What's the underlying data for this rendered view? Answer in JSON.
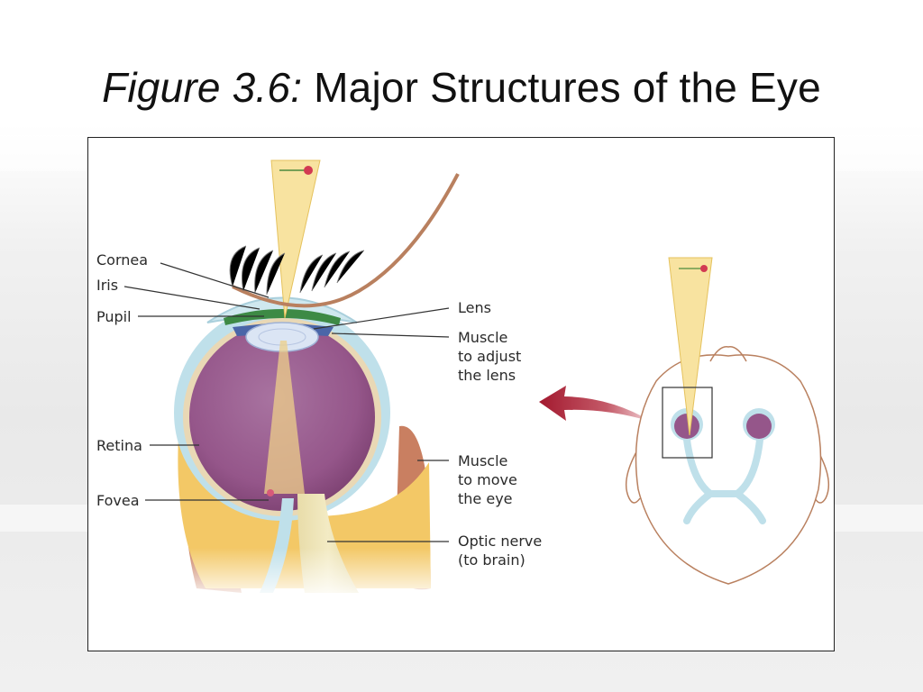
{
  "slide": {
    "title_figure": "Figure 3.6:",
    "title_text": "Major Structures of the Eye"
  },
  "labels": {
    "cornea": "Cornea",
    "iris": "Iris",
    "pupil": "Pupil",
    "retina": "Retina",
    "fovea": "Fovea",
    "lens": "Lens",
    "muscle_lens": [
      "Muscle",
      "to adjust",
      "the lens"
    ],
    "muscle_eye": [
      "Muscle",
      "to move",
      "the eye"
    ],
    "optic_nerve": [
      "Optic nerve",
      "(to brain)"
    ]
  },
  "colors": {
    "eyeball": "#9b5b8e",
    "sclera": "#bfe0ea",
    "light_cone": "#f8e3a0",
    "fat": "#f3c866",
    "muscle": "#c97f61",
    "skin_outline": "#b9805f",
    "arrow": "#a3192f"
  }
}
